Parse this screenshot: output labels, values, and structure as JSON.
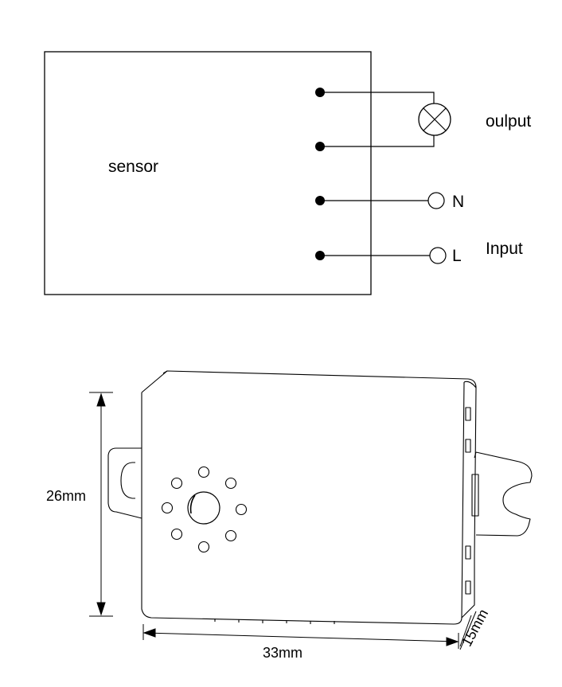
{
  "wiring": {
    "sensor_label": "sensor",
    "output_label": "oulput",
    "input_label": "Input",
    "neutral_label": "N",
    "line_label": "L"
  },
  "dimensions": {
    "height_label": "26mm",
    "width_label": "33mm",
    "depth_label": "15mm"
  }
}
